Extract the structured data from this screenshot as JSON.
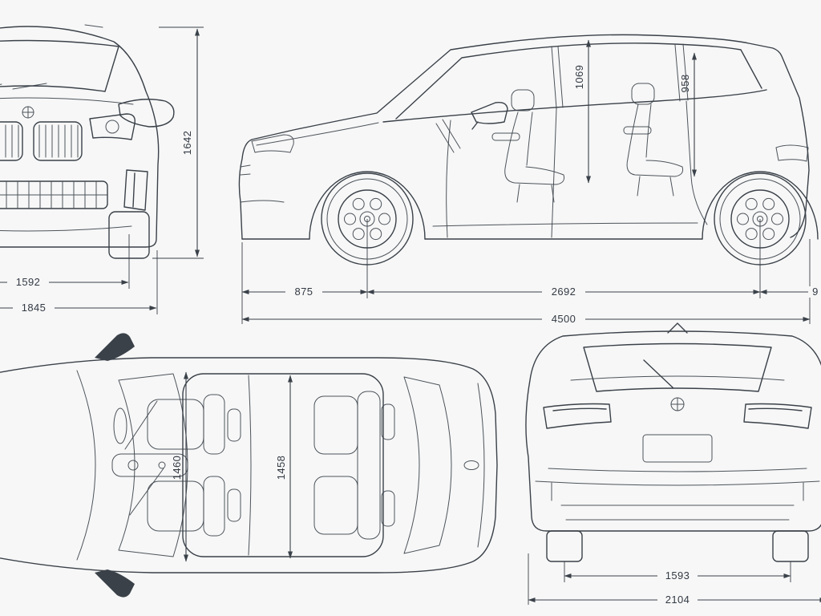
{
  "image": {
    "background_color": "#f7f7f7",
    "line_color": "#3a4149"
  },
  "dimensions": {
    "front": {
      "overall_height": "1642",
      "track_width": "1592",
      "overall_width": "1845"
    },
    "side": {
      "front_interior_height": "1069",
      "rear_interior_height": "958",
      "front_overhang": "875",
      "wheelbase": "2692",
      "rear_overhang_truncated": "9",
      "overall_length": "4500"
    },
    "top": {
      "front_interior_width": "1460",
      "rear_interior_width": "1458"
    },
    "rear": {
      "track_width": "1593",
      "overall_width": "2104"
    }
  }
}
